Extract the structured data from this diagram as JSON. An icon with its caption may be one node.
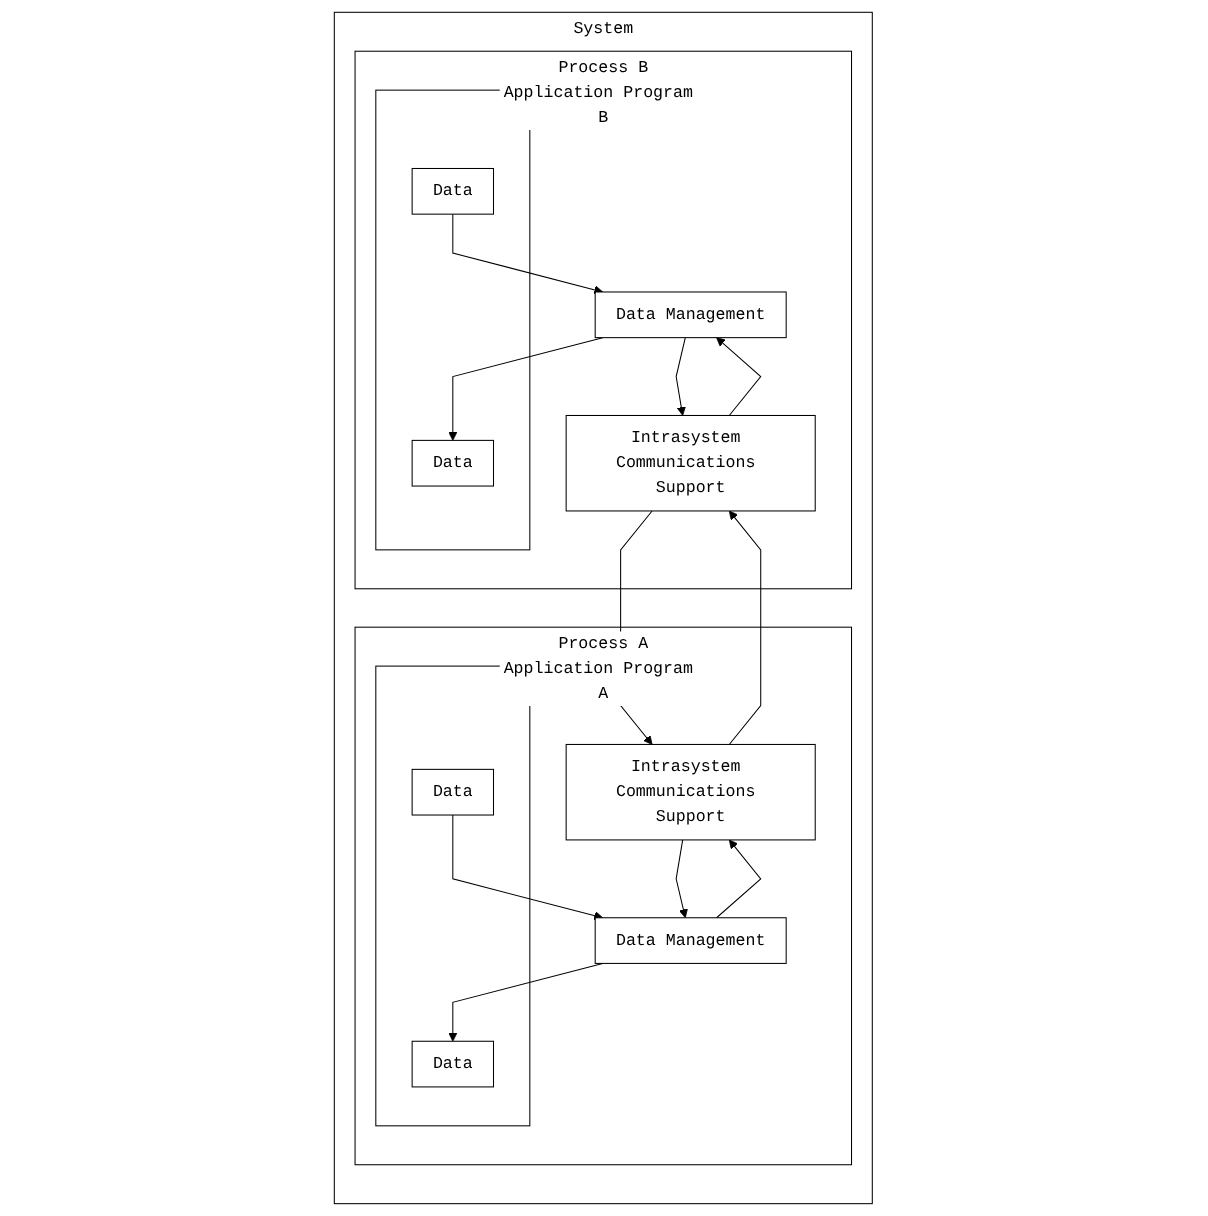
{
  "diagram": {
    "nodes": [
      {
        "text": [
          "System"
        ]
      },
      {
        "text": [
          "Process A",
          "Application Program A"
        ],
        "in": 0
      },
      {
        "text": [],
        "shape": "box",
        "in": 1
      },
      {
        "text": [
          "Data"
        ],
        "in": 2
      },
      {
        "text": [
          "Data"
        ],
        "in": 2
      },
      {
        "text": [
          "Data Management"
        ],
        "in": 1
      },
      {
        "text": [
          "Intrasystem Communications Support"
        ],
        "in": 1
      },
      {
        "text": [
          "Process B",
          "Application Program B"
        ],
        "in": 0
      },
      {
        "text": [],
        "shape": "box",
        "in": 7
      },
      {
        "text": [
          "Data"
        ],
        "in": 8
      },
      {
        "text": [
          "Data"
        ],
        "in": 8
      },
      {
        "text": [
          "Data Management"
        ],
        "in": 7
      },
      {
        "text": [
          "Intrasystem Communications Support"
        ],
        "in": 7
      }
    ],
    "edges": [
      {
        "from": 3,
        "to": 5,
        "arrow": "to"
      },
      {
        "from": 5,
        "to": 4,
        "arrow": "to"
      },
      {
        "from": 5,
        "to": 6,
        "arrow": "to"
      },
      {
        "from": 6,
        "to": 5,
        "arrow": "to"
      },
      {
        "from": 9,
        "to": 11,
        "arrow": "to"
      },
      {
        "from": 11,
        "to": 10,
        "arrow": "to"
      },
      {
        "from": 11,
        "to": 12,
        "arrow": "to"
      },
      {
        "from": 12,
        "to": 11,
        "arrow": "to"
      },
      {
        "from": 12,
        "to": 6,
        "arrow": "to"
      },
      {
        "from": 6,
        "to": 12,
        "arrow": "to"
      }
    ]
  }
}
